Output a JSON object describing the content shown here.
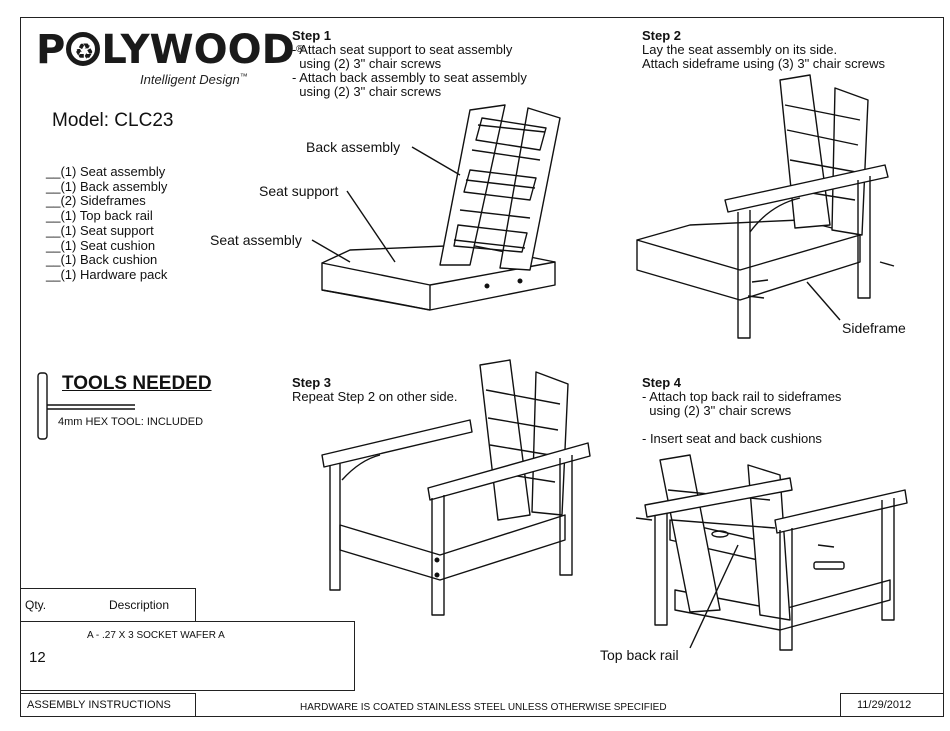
{
  "brand": {
    "name_pre": "P",
    "name_post": "LYWOOD",
    "registered": "®",
    "tagline": "Intelligent Design",
    "trademark": "™"
  },
  "model": "Model: CLC23",
  "parts": [
    "__(1) Seat assembly",
    "__(1) Back assembly",
    "__(2) Sideframes",
    "__(1) Top back rail",
    "__(1) Seat support",
    "__(1) Seat cushion",
    "__(1) Back cushion",
    "__(1) Hardware pack"
  ],
  "tools": {
    "title": "TOOLS NEEDED",
    "hex_tool": "4mm HEX TOOL: INCLUDED"
  },
  "steps": [
    {
      "title": "Step 1",
      "lines": [
        "- Attach seat support to seat assembly",
        "  using (2) 3\" chair screws",
        "- Attach back assembly to seat assembly",
        "  using (2) 3\" chair screws"
      ],
      "callouts": [
        "Back assembly",
        "Seat support",
        "Seat assembly"
      ]
    },
    {
      "title": "Step 2",
      "lines": [
        "Lay the seat assembly on its side.",
        "Attach sideframe using (3) 3\" chair screws"
      ],
      "callouts": [
        "Sideframe"
      ]
    },
    {
      "title": "Step 3",
      "lines": [
        "Repeat Step 2 on other side."
      ],
      "callouts": []
    },
    {
      "title": "Step 4",
      "lines": [
        "- Attach top back rail to sideframes",
        "  using (2) 3\" chair screws",
        "",
        "- Insert seat and back cushions"
      ],
      "callouts": [
        "Top back rail"
      ]
    }
  ],
  "hardware": {
    "qty_header": "Qty.",
    "desc_header": "Description",
    "items": [
      {
        "qty": "12",
        "description": "A - .27 X 3 SOCKET WAFER A"
      }
    ]
  },
  "footer": {
    "left": "ASSEMBLY INSTRUCTIONS",
    "center": "HARDWARE IS COATED STAINLESS STEEL UNLESS OTHERWISE SPECIFIED",
    "date": "11/29/2012"
  }
}
